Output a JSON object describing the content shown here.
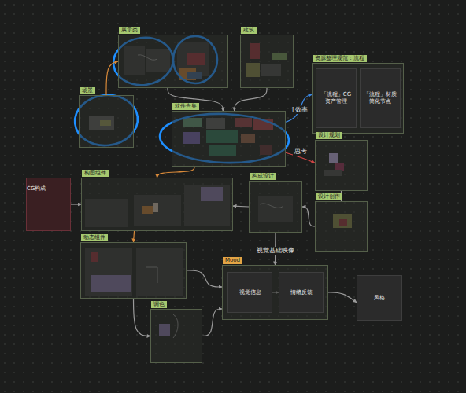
{
  "diagram": {
    "nodes": [
      {
        "text": [
          "展示类"
        ]
      },
      {
        "text": [
          "建筑"
        ]
      },
      {
        "text": [
          "场景"
        ]
      },
      {
        "text": [
          "软件合集"
        ]
      },
      {
        "text": [
          "资源整理规范：流程"
        ]
      },
      {
        "text": [
          "「流程」CG资产管理"
        ],
        "in": 4
      },
      {
        "text": [
          "「流程」材质简化节点"
        ],
        "in": 4
      },
      {
        "text": [
          "设计规划"
        ]
      },
      {
        "text": [
          "设计创作"
        ]
      },
      {
        "text": [
          "CG构成"
        ]
      },
      {
        "text": [
          "构图组件"
        ]
      },
      {
        "text": [
          "构成设计"
        ]
      },
      {
        "text": [
          "动态组件"
        ]
      },
      {
        "text": [
          "Mood"
        ]
      },
      {
        "text": [
          "视觉信息"
        ],
        "in": 13
      },
      {
        "text": [
          "情绪反馈"
        ],
        "in": 13
      },
      {
        "text": [
          "调色"
        ]
      },
      {
        "text": [
          "风格"
        ]
      }
    ],
    "edges": [
      {
        "from": 2,
        "to": 0,
        "arrow": "to"
      },
      {
        "from": 0,
        "to": 3,
        "arrow": "to"
      },
      {
        "from": 1,
        "to": 3,
        "arrow": "to"
      },
      {
        "from": 3,
        "to": 4,
        "arrow": "to",
        "label": "↑效率"
      },
      {
        "from": 3,
        "to": 7,
        "arrow": "to",
        "label": "思考"
      },
      {
        "from": 3,
        "to": 10,
        "arrow": "to"
      },
      {
        "from": 9,
        "to": 10,
        "arrow": "to"
      },
      {
        "from": 11,
        "to": 10,
        "arrow": "to"
      },
      {
        "from": 8,
        "to": 11,
        "arrow": "to"
      },
      {
        "from": 7,
        "to": 8,
        "arrow": "none"
      },
      {
        "from": 10,
        "to": 12,
        "arrow": "to"
      },
      {
        "from": 11,
        "to": 13,
        "arrow": "to",
        "label": "视觉基础映像"
      },
      {
        "from": 12,
        "to": 13,
        "arrow": "to"
      },
      {
        "from": 12,
        "to": 16,
        "arrow": "to"
      },
      {
        "from": 16,
        "to": 13,
        "arrow": "to"
      },
      {
        "from": 14,
        "to": 15,
        "arrow": "to"
      },
      {
        "from": 13,
        "to": 17,
        "arrow": "to"
      }
    ]
  }
}
